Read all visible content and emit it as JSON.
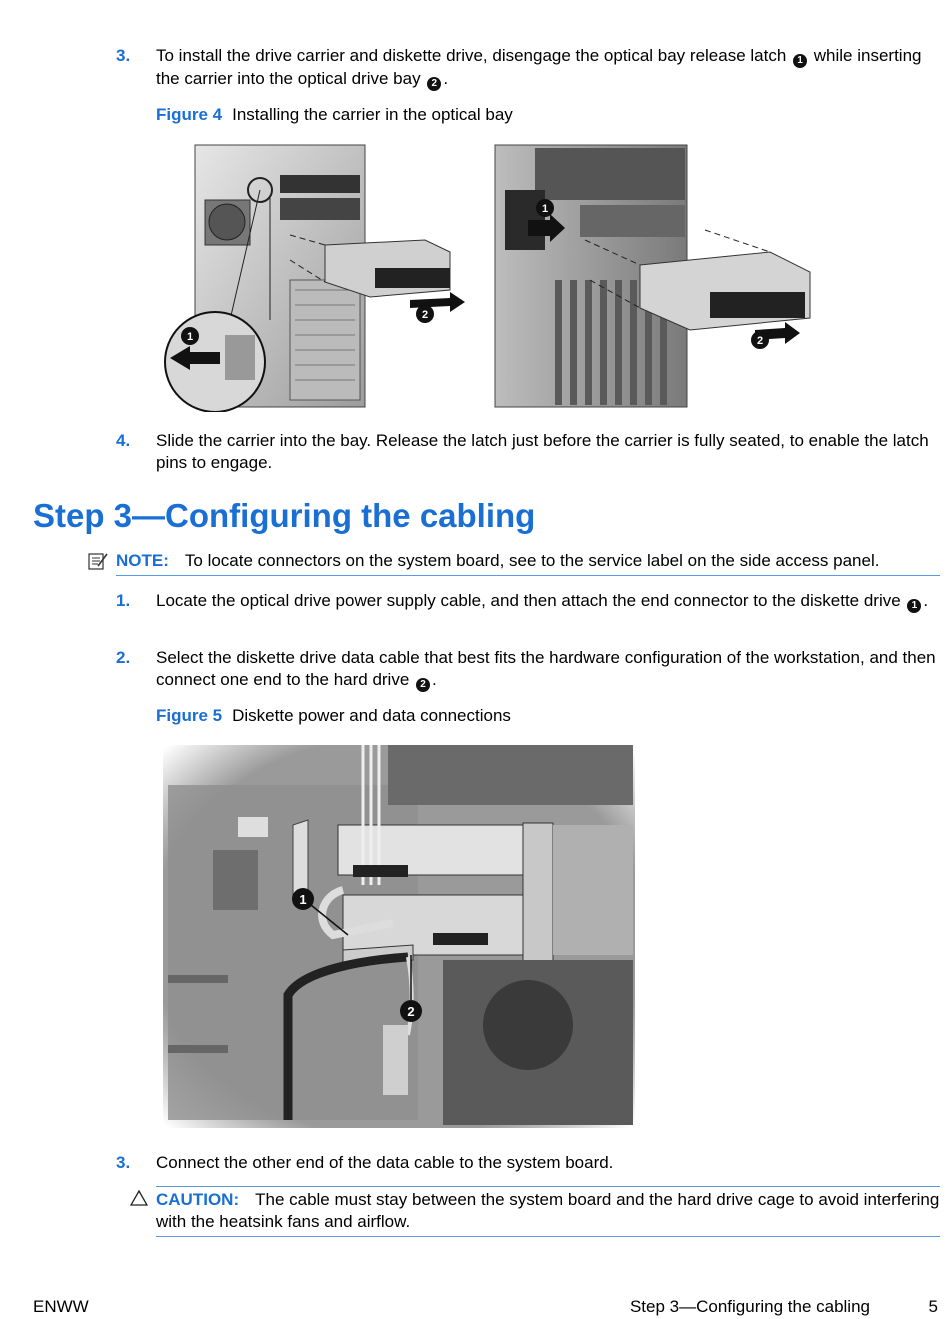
{
  "steps_top": [
    {
      "num": "3.",
      "text_a": "To install the drive carrier and diskette drive, disengage the optical bay release latch ",
      "callout_a": "1",
      "text_b": " while inserting the carrier into the optical drive bay ",
      "callout_b": "2",
      "text_c": "."
    },
    {
      "num": "4.",
      "text": "Slide the carrier into the bay. Release the latch just before the carrier is fully seated, to enable the latch pins to engage."
    }
  ],
  "figure4": {
    "label": "Figure 4",
    "caption": "Installing the carrier in the optical bay",
    "callout_1": "1",
    "callout_2": "2"
  },
  "section_title": "Step 3—Configuring the cabling",
  "note": {
    "label": "NOTE:",
    "text": "To locate connectors on the system board, see to the service label on the side access panel."
  },
  "steps_mid": [
    {
      "num": "1.",
      "text": "Locate the optical drive power supply cable, and then attach the end connector to the diskette drive ",
      "callout": "1",
      "end": "."
    },
    {
      "num": "2.",
      "text": "Select the diskette drive data cable that best fits the hardware configuration of the workstation, and then connect one end to the hard drive ",
      "callout": "2",
      "end": "."
    }
  ],
  "figure5": {
    "label": "Figure 5",
    "caption": "Diskette power and data connections",
    "callout_1": "1",
    "callout_2": "2"
  },
  "step_3b": {
    "num": "3.",
    "text": "Connect the other end of the data cable to the system board."
  },
  "caution": {
    "label": "CAUTION:",
    "text": "The cable must stay between the system board and the hard drive cage to avoid interfering with the heatsink fans and airflow."
  },
  "footer": {
    "left": "ENWW",
    "right": "Step 3—Configuring the cabling",
    "page": "5"
  },
  "colors": {
    "accent": "#1a6fd4",
    "rule": "#5a9ae0"
  }
}
